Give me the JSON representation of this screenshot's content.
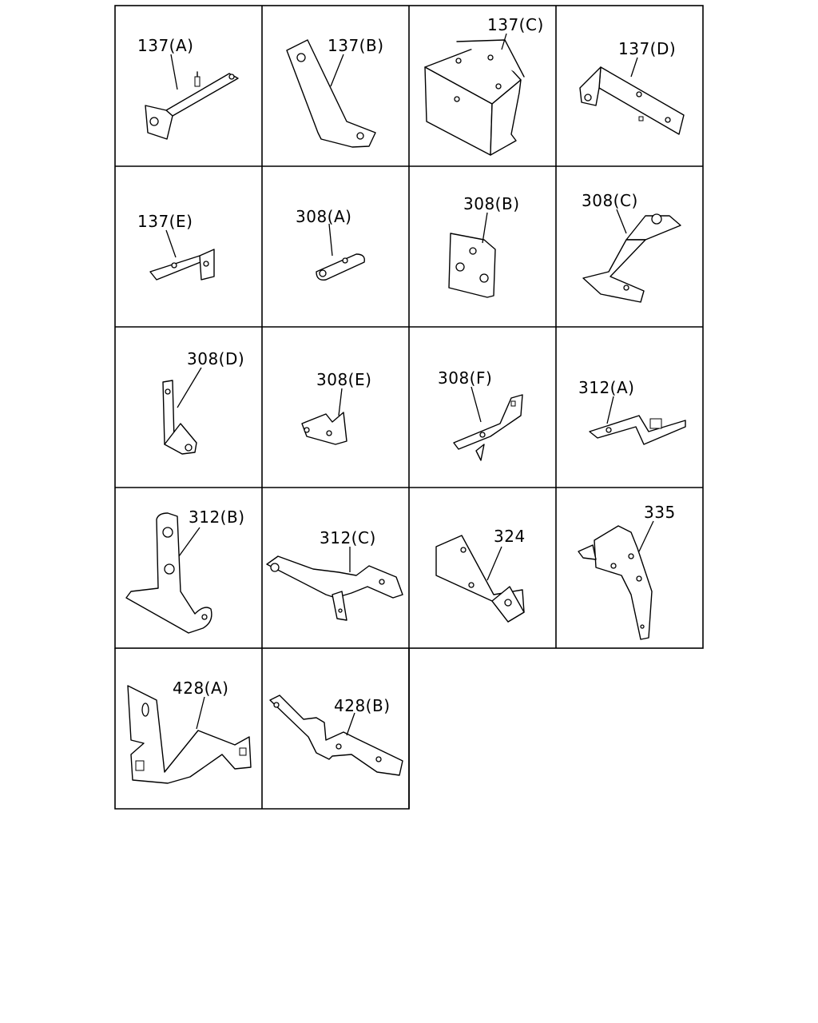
{
  "parts": [
    {
      "id": "137a",
      "label": "137(A)"
    },
    {
      "id": "137b",
      "label": "137(B)"
    },
    {
      "id": "137c",
      "label": "137(C)"
    },
    {
      "id": "137d",
      "label": "137(D)"
    },
    {
      "id": "137e",
      "label": "137(E)"
    },
    {
      "id": "308a",
      "label": "308(A)"
    },
    {
      "id": "308b",
      "label": "308(B)"
    },
    {
      "id": "308c",
      "label": "308(C)"
    },
    {
      "id": "308d",
      "label": "308(D)"
    },
    {
      "id": "308e",
      "label": "308(E)"
    },
    {
      "id": "308f",
      "label": "308(F)"
    },
    {
      "id": "312a",
      "label": "312(A)"
    },
    {
      "id": "312b",
      "label": "312(B)"
    },
    {
      "id": "312c",
      "label": "312(C)"
    },
    {
      "id": "324",
      "label": "324"
    },
    {
      "id": "335",
      "label": "335"
    },
    {
      "id": "428a",
      "label": "428(A)"
    },
    {
      "id": "428b",
      "label": "428(B)"
    }
  ]
}
